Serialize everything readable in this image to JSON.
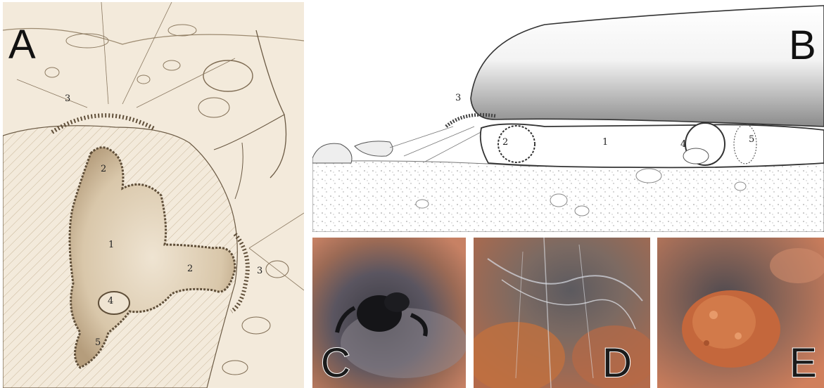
{
  "figure": {
    "panels": {
      "A": {
        "letter": "A",
        "labels": {
          "n1": "1",
          "n2a": "2",
          "n2b": "2",
          "n3a": "3",
          "n3b": "3",
          "n4": "4",
          "n5": "5"
        }
      },
      "B": {
        "letter": "B",
        "labels": {
          "n1": "1",
          "n2": "2",
          "n3": "3",
          "n4": "4",
          "n5": "5"
        }
      },
      "C": {
        "letter": "C"
      },
      "D": {
        "letter": "D"
      },
      "E": {
        "letter": "E"
      }
    }
  }
}
